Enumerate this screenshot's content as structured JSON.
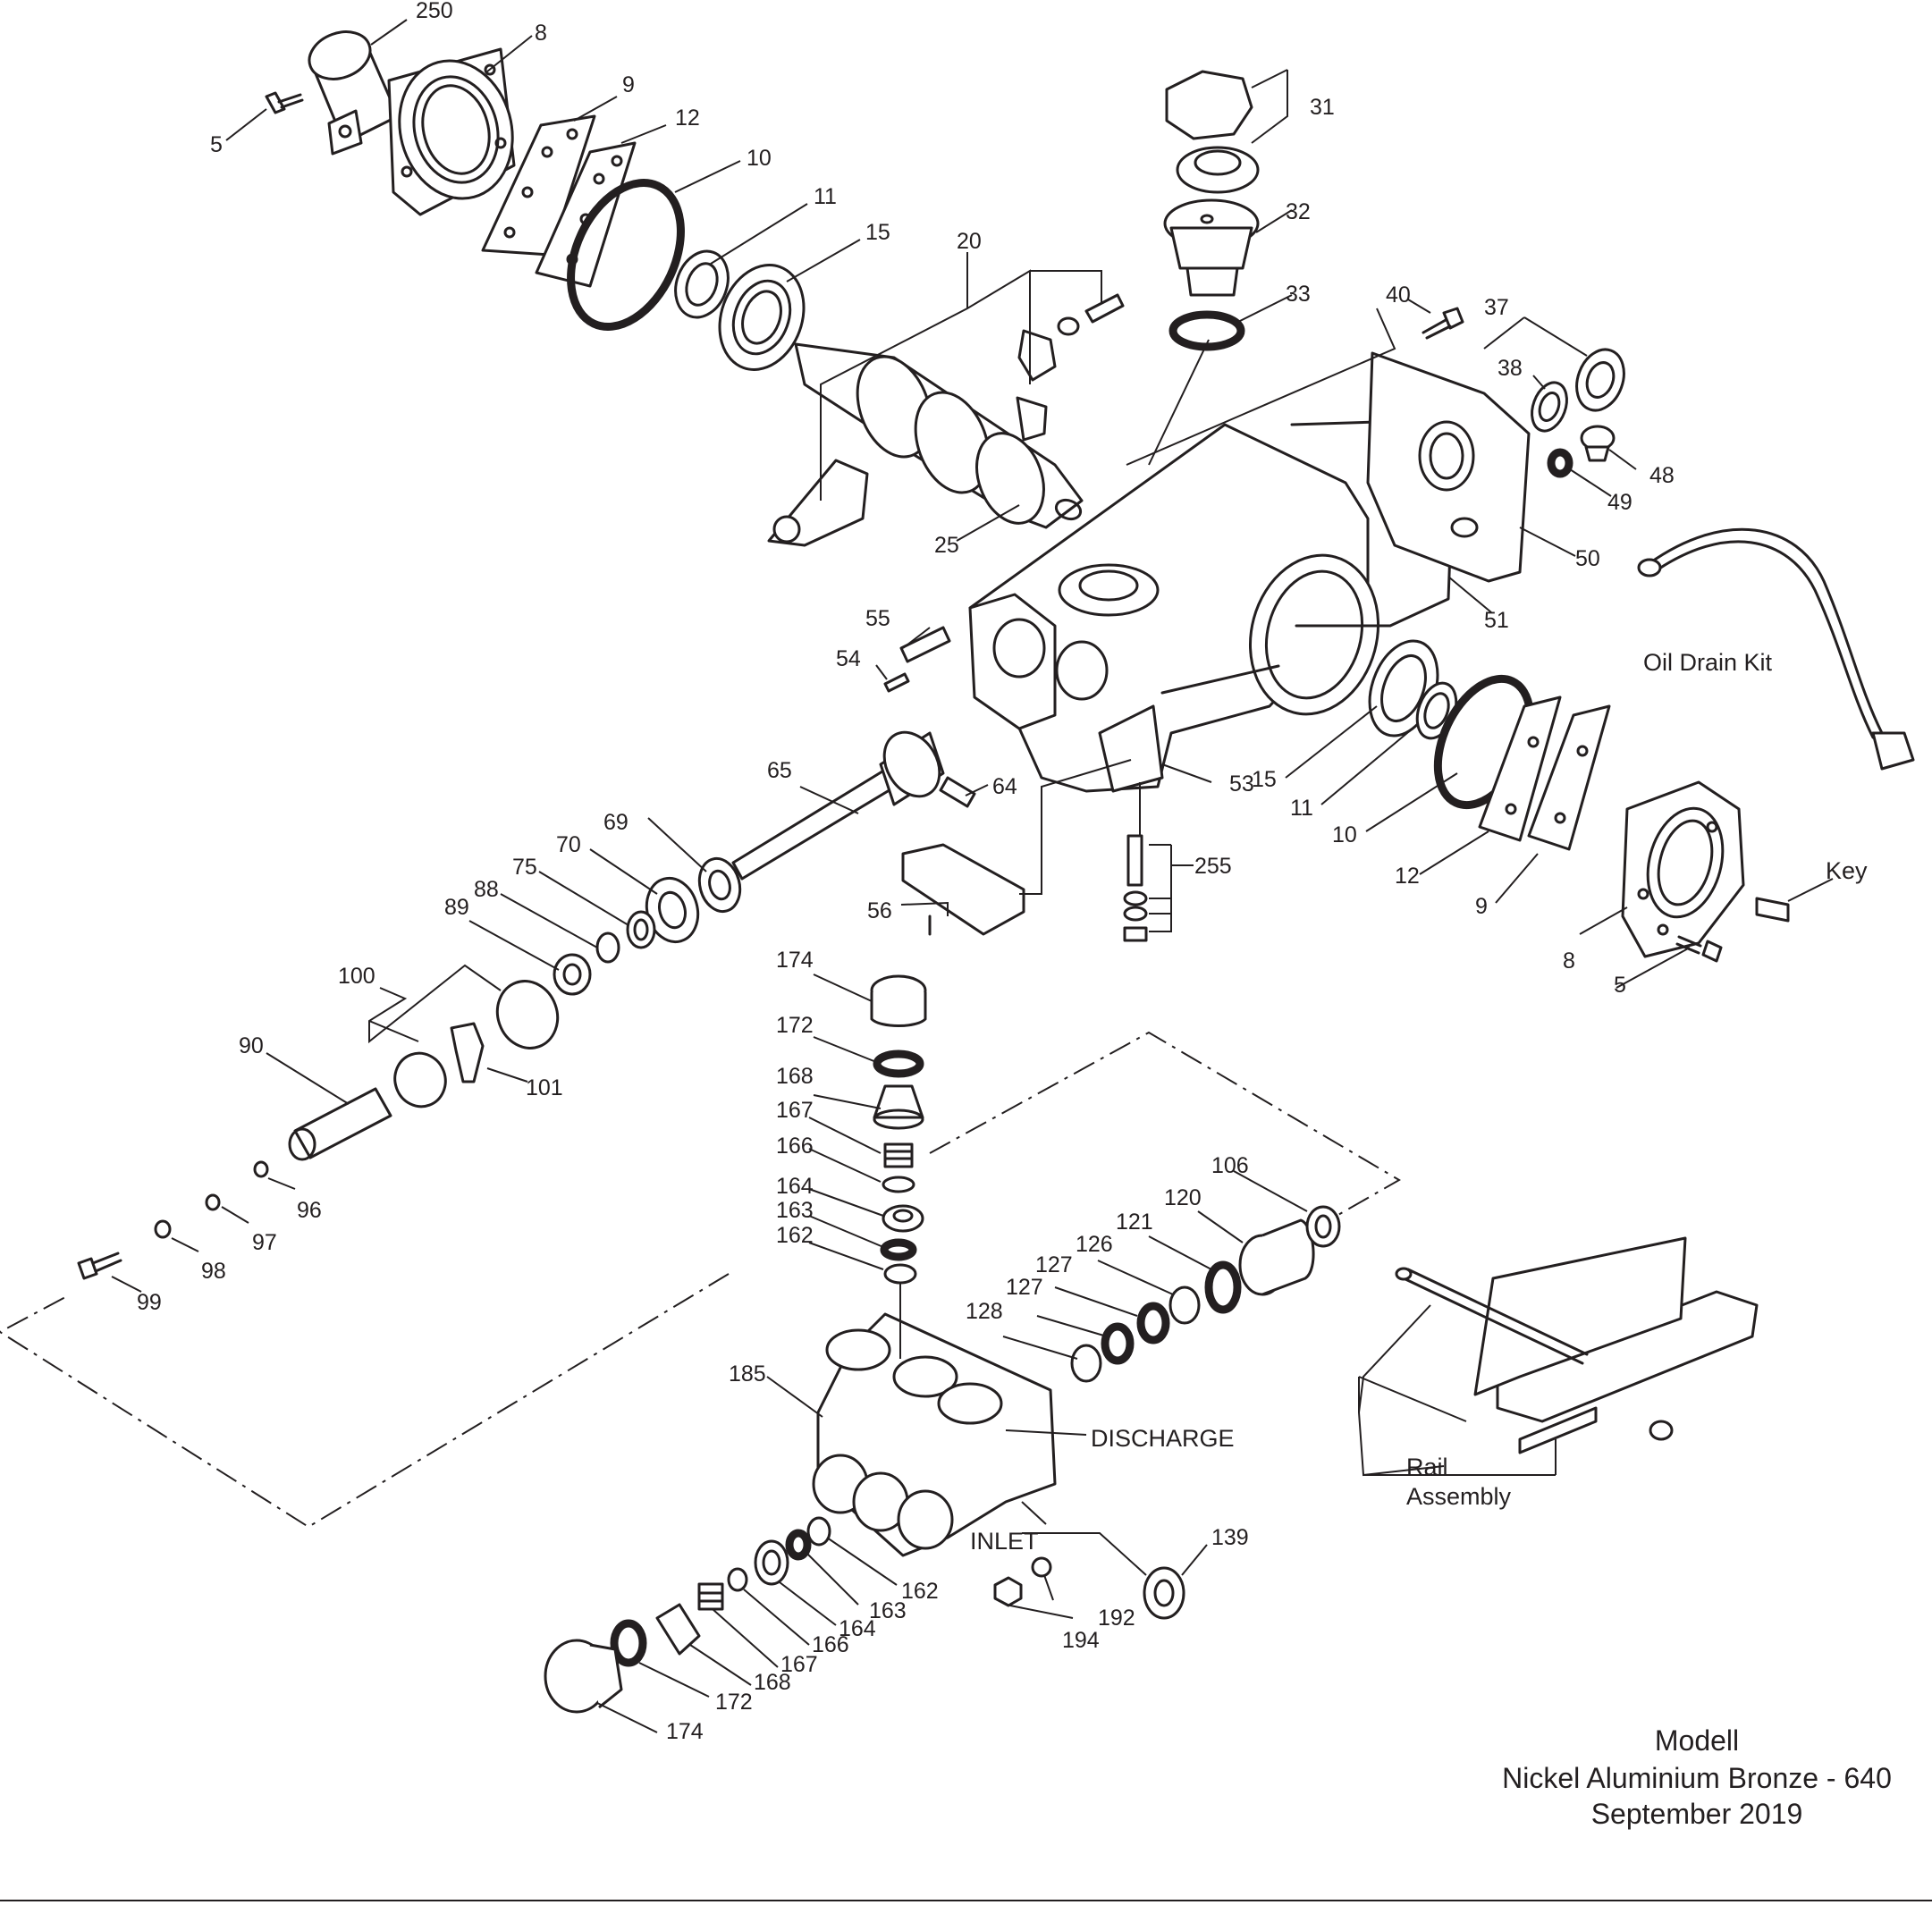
{
  "callouts": [
    {
      "id": "c250a",
      "text": "250"
    },
    {
      "id": "c8a",
      "text": "8"
    },
    {
      "id": "c5a",
      "text": "5"
    },
    {
      "id": "c9a",
      "text": "9"
    },
    {
      "id": "c12a",
      "text": "12"
    },
    {
      "id": "c10a",
      "text": "10"
    },
    {
      "id": "c11a",
      "text": "11"
    },
    {
      "id": "c15a",
      "text": "15"
    },
    {
      "id": "c20",
      "text": "20"
    },
    {
      "id": "c25",
      "text": "25"
    },
    {
      "id": "c31",
      "text": "31"
    },
    {
      "id": "c32",
      "text": "32"
    },
    {
      "id": "c33",
      "text": "33"
    },
    {
      "id": "c40",
      "text": "40"
    },
    {
      "id": "c37",
      "text": "37"
    },
    {
      "id": "c38",
      "text": "38"
    },
    {
      "id": "c48",
      "text": "48"
    },
    {
      "id": "c49",
      "text": "49"
    },
    {
      "id": "c50",
      "text": "50"
    },
    {
      "id": "c51",
      "text": "51"
    },
    {
      "id": "c55",
      "text": "55"
    },
    {
      "id": "c54",
      "text": "54"
    },
    {
      "id": "c65",
      "text": "65"
    },
    {
      "id": "c64",
      "text": "64"
    },
    {
      "id": "c53",
      "text": "53"
    },
    {
      "id": "c15b",
      "text": "15"
    },
    {
      "id": "c11b",
      "text": "11"
    },
    {
      "id": "c10b",
      "text": "10"
    },
    {
      "id": "c12b",
      "text": "12"
    },
    {
      "id": "c9b",
      "text": "9"
    },
    {
      "id": "c8b",
      "text": "8"
    },
    {
      "id": "c5b",
      "text": "5"
    },
    {
      "id": "c255",
      "text": "255"
    },
    {
      "id": "c69",
      "text": "69"
    },
    {
      "id": "c70",
      "text": "70"
    },
    {
      "id": "c75",
      "text": "75"
    },
    {
      "id": "c88",
      "text": "88"
    },
    {
      "id": "c89",
      "text": "89"
    },
    {
      "id": "c56",
      "text": "56"
    },
    {
      "id": "c100",
      "text": "100"
    },
    {
      "id": "c101",
      "text": "101"
    },
    {
      "id": "c90",
      "text": "90"
    },
    {
      "id": "c96",
      "text": "96"
    },
    {
      "id": "c97",
      "text": "97"
    },
    {
      "id": "c98",
      "text": "98"
    },
    {
      "id": "c99",
      "text": "99"
    },
    {
      "id": "c174a",
      "text": "174"
    },
    {
      "id": "c172a",
      "text": "172"
    },
    {
      "id": "c168a",
      "text": "168"
    },
    {
      "id": "c167a",
      "text": "167"
    },
    {
      "id": "c166a",
      "text": "166"
    },
    {
      "id": "c164a",
      "text": "164"
    },
    {
      "id": "c163a",
      "text": "163"
    },
    {
      "id": "c162a",
      "text": "162"
    },
    {
      "id": "c106",
      "text": "106"
    },
    {
      "id": "c120",
      "text": "120"
    },
    {
      "id": "c121",
      "text": "121"
    },
    {
      "id": "c126",
      "text": "126"
    },
    {
      "id": "c127a",
      "text": "127"
    },
    {
      "id": "c127b",
      "text": "127"
    },
    {
      "id": "c128",
      "text": "128"
    },
    {
      "id": "c185",
      "text": "185"
    },
    {
      "id": "c139",
      "text": "139"
    },
    {
      "id": "c162b",
      "text": "162"
    },
    {
      "id": "c163b",
      "text": "163"
    },
    {
      "id": "c164b",
      "text": "164"
    },
    {
      "id": "c166b",
      "text": "166"
    },
    {
      "id": "c167b",
      "text": "167"
    },
    {
      "id": "c168b",
      "text": "168"
    },
    {
      "id": "c172b",
      "text": "172"
    },
    {
      "id": "c174b",
      "text": "174"
    },
    {
      "id": "c192",
      "text": "192"
    },
    {
      "id": "c194",
      "text": "194"
    }
  ],
  "labels": {
    "discharge": "DISCHARGE",
    "inlet": "INLET",
    "oil_drain_kit": "Oil Drain Kit",
    "key": "Key",
    "rail_assembly_line1": "Rail",
    "rail_assembly_line2": "Assembly"
  },
  "info_block": {
    "line1": "Modell",
    "line2": "Nickel Aluminium Bronze - 640",
    "line3": "September 2019"
  },
  "colors": {
    "ink": "#231f20",
    "background": "#ffffff",
    "shade": "#dcdcdc"
  }
}
